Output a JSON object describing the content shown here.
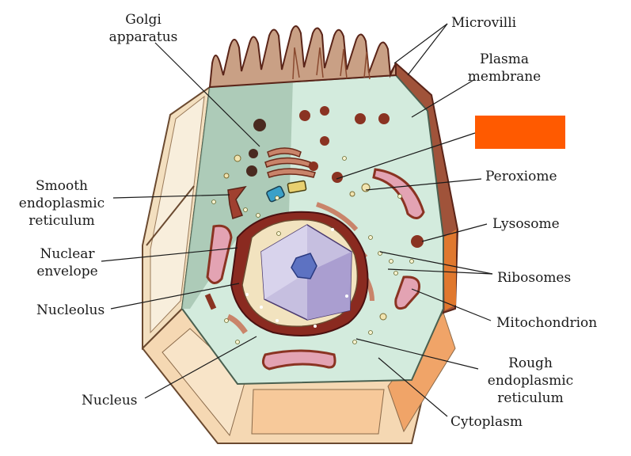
{
  "labels": {
    "golgi": "Golgi\napparatus",
    "microvilli": "Microvilli",
    "plasma_membrane": "Plasma\nmembrane",
    "smooth_er": "Smooth\nendoplasmic\nreticulum",
    "peroxiome": "Peroxiome",
    "lysosome": "Lysosome",
    "nuclear_envelope": "Nuclear\nenvelope",
    "ribosomes": "Ribosomes",
    "nucleolus": "Nucleolus",
    "mitochondrion": "Mitochondrion",
    "rough_er": "Rough\nendoplasmic\nreticulum",
    "nucleus": "Nucleus",
    "cytoplasm": "Cytoplasm"
  },
  "colors": {
    "redaction_box": "#ff5a00",
    "cytoplasm": "#d3ebdd",
    "cytoplasm_shade": "#a9c8b4",
    "membrane": "#b77a60",
    "membrane_dark": "#7b3a25",
    "cut_face_light": "#f6e2c0",
    "cut_face_orange": "#f1a66f",
    "organelle": "#8a3322",
    "nucleus_purple": "#b0a3cf",
    "nucleolus": "#5d72c2"
  }
}
